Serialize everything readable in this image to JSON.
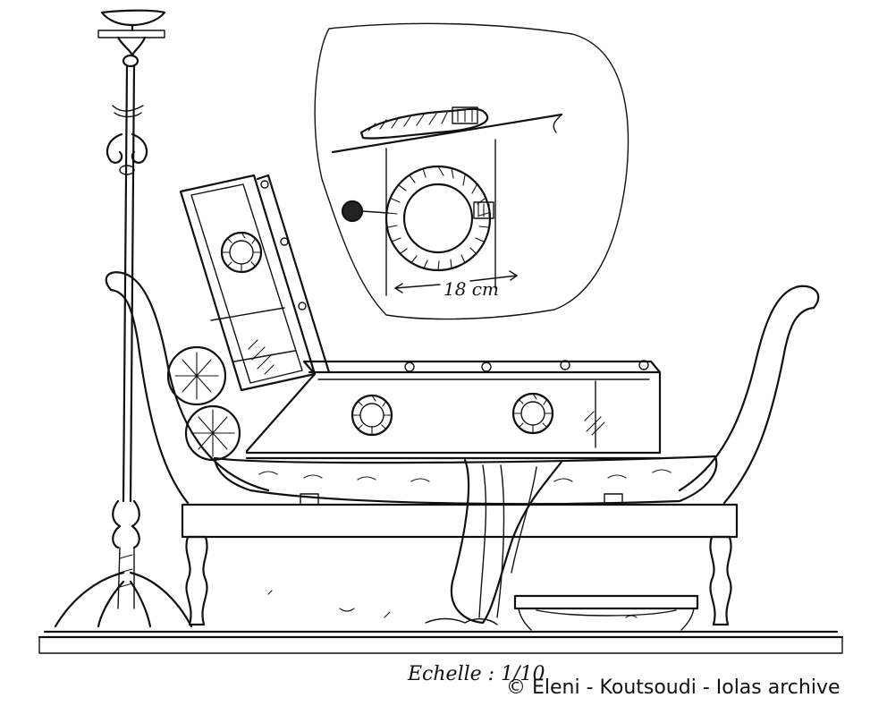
{
  "detail": {
    "dimension_label": "18 cm"
  },
  "scale_label": "Echelle : 1/10",
  "copyright": "© Eleni - Koutsoudi - Iolas archive"
}
